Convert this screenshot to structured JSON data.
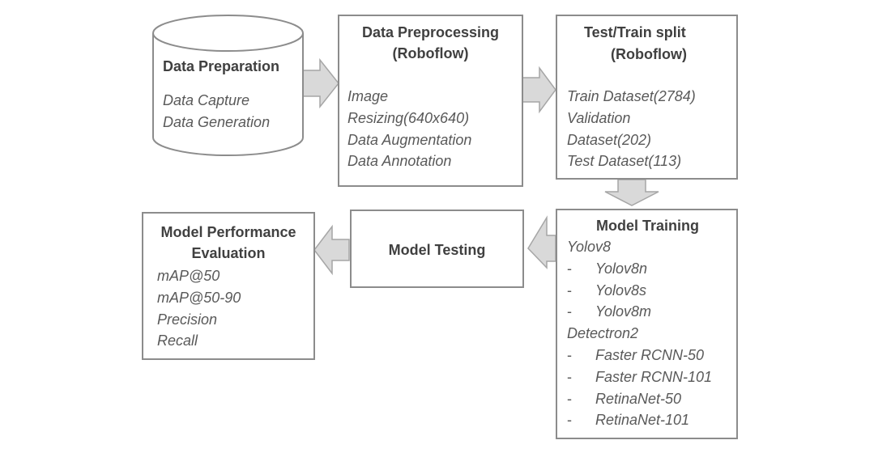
{
  "data_preparation": {
    "title": "Data Preparation",
    "items": [
      "Data Capture",
      "Data Generation"
    ]
  },
  "data_preprocessing": {
    "title_line1": "Data Preprocessing",
    "title_line2": "(Roboflow)",
    "items": [
      "Image",
      "Resizing(640x640)",
      "Data Augmentation",
      "Data Annotation"
    ]
  },
  "test_train_split": {
    "title_line1": "Test/Train split",
    "title_line2": "(Roboflow)",
    "items": [
      "Train Dataset(2784)",
      "Validation",
      "Dataset(202)",
      "Test Dataset(113)"
    ]
  },
  "model_training": {
    "title": "Model Training",
    "groups": [
      {
        "name": "Yolov8",
        "models": [
          "Yolov8n",
          "Yolov8s",
          "Yolov8m"
        ]
      },
      {
        "name": "Detectron2",
        "models": [
          "Faster RCNN-50",
          "Faster RCNN-101",
          "RetinaNet-50",
          "RetinaNet-101"
        ]
      }
    ],
    "dash": "-"
  },
  "model_testing": {
    "title": "Model Testing"
  },
  "model_evaluation": {
    "title_line1": "Model Performance",
    "title_line2": "Evaluation",
    "items": [
      "mAP@50",
      "mAP@50-90",
      "Precision",
      "Recall"
    ]
  },
  "colors": {
    "border": "#8c8c8c",
    "arrow_fill": "#d9d9d9",
    "title_text": "#404040",
    "item_text": "#595959"
  }
}
